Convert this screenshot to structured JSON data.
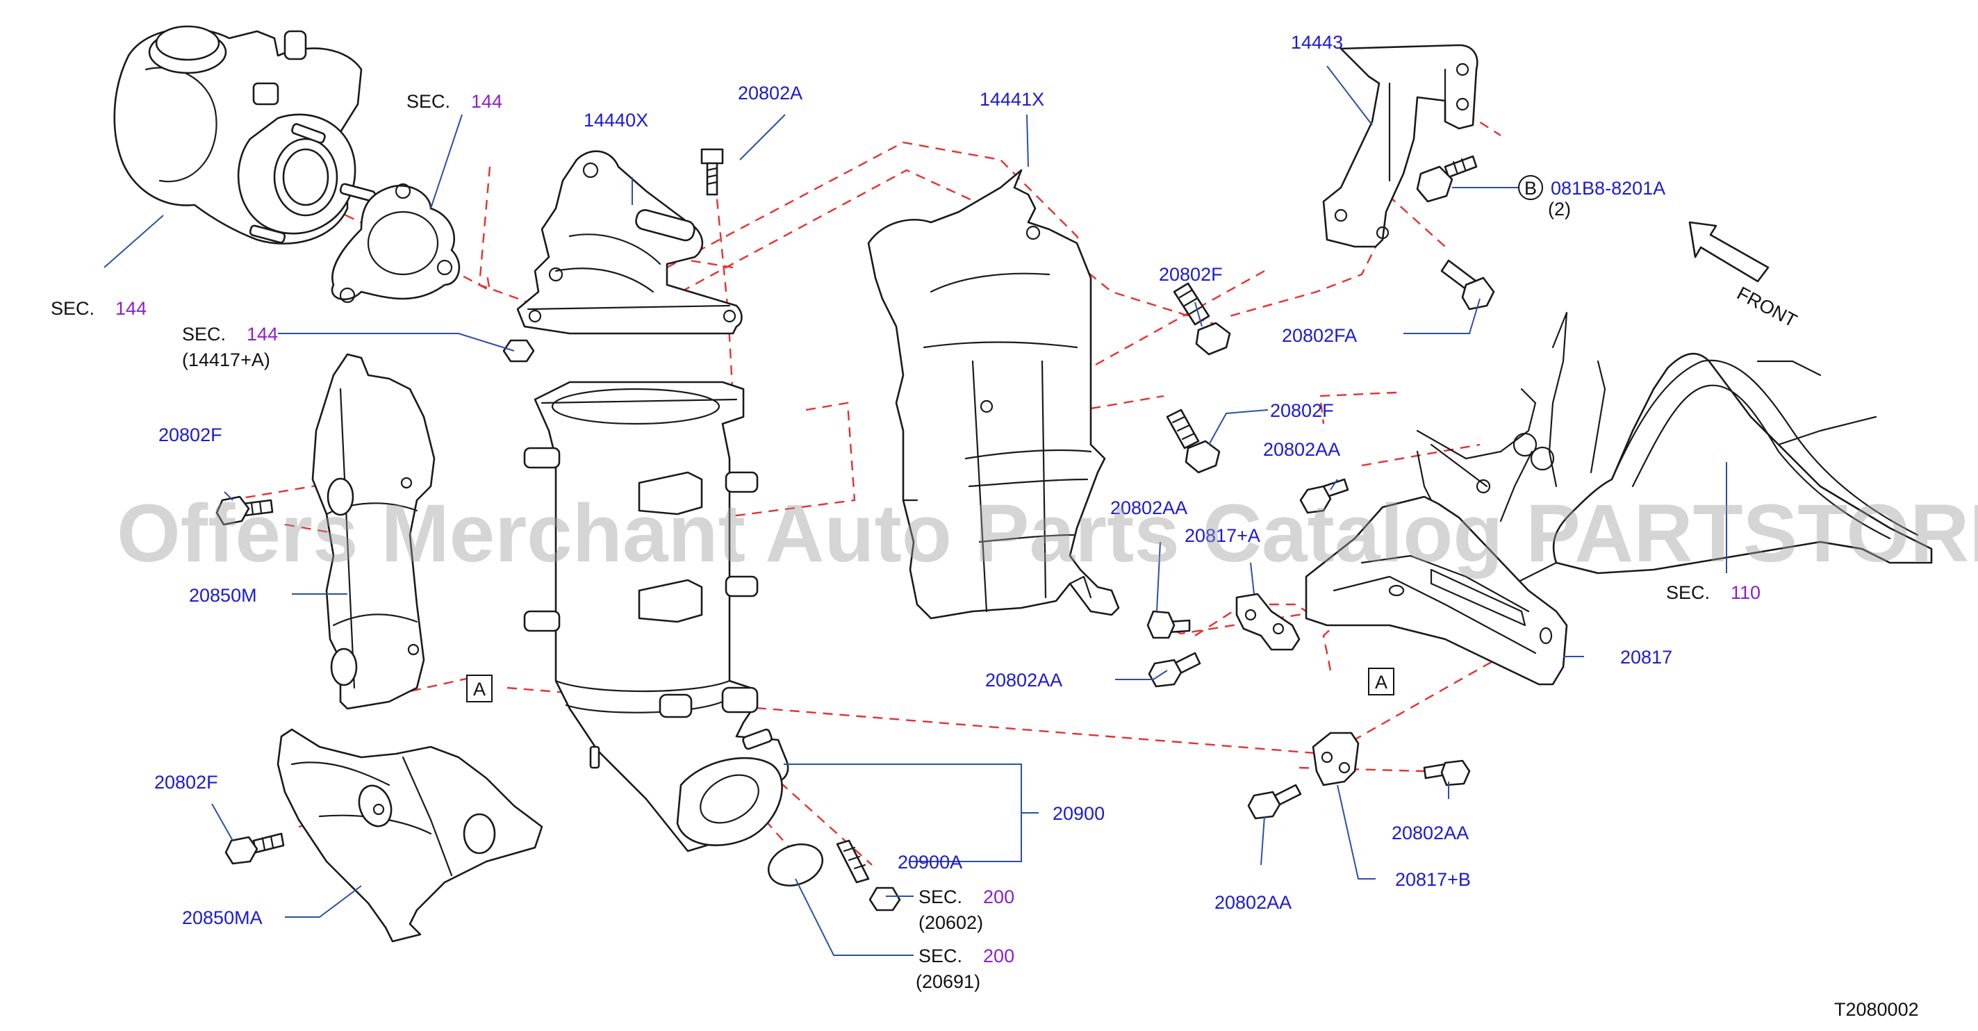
{
  "diagram_id": "T2080002",
  "watermark": "Offers Merchant Auto Parts Catalog PARTSTORE.SA",
  "front_label": "FRONT",
  "colors": {
    "part_number": "#1a1ad6",
    "section_number": "#8a1fd0",
    "dash_line": "#e53030",
    "leader": "#2a4fa8"
  },
  "labels": {
    "sec144_a": {
      "prefix": "SEC.",
      "num": "144"
    },
    "sec144_b": {
      "prefix": "SEC.",
      "num": "144"
    },
    "sec144_c": {
      "prefix": "SEC.",
      "num": "144",
      "sub": "(14417+A)"
    },
    "p14440x": "14440X",
    "p20802a": "20802A",
    "p14441x": "14441X",
    "p14443": "14443",
    "b_ref": {
      "circle": "B",
      "num": "081B8-8201A",
      "qty": "(2)"
    },
    "p20802f_1": "20802F",
    "p20802fa": "20802FA",
    "p20802f_2": "20802F",
    "p20802f_left": "20802F",
    "p20802aa_1": "20802AA",
    "p20802aa_2": "20802AA",
    "p20817a": "20817+A",
    "p20850m": "20850M",
    "ref_a1": "A",
    "ref_a2": "A",
    "p20802aa_3": "20802AA",
    "p20817": "20817",
    "sec110": {
      "prefix": "SEC.",
      "num": "110"
    },
    "p20802f_low": "20802F",
    "p20900": "20900",
    "p20900a": "20900A",
    "sec200_a": {
      "prefix": "SEC.",
      "num": "200",
      "sub": "(20602)"
    },
    "sec200_b": {
      "prefix": "SEC.",
      "num": "200",
      "sub": "(20691)"
    },
    "p20850ma": "20850MA",
    "p20802aa_4": "20802AA",
    "p20802aa_5": "20802AA",
    "p20817b": "20817+B"
  }
}
